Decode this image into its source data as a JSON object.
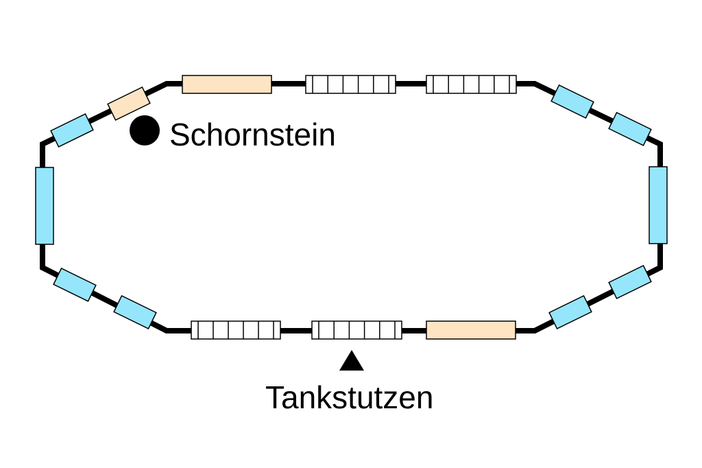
{
  "labels": {
    "chimney": "Schornstein",
    "tank_nozzle": "Tankstutzen"
  },
  "colors": {
    "track": "#000000",
    "blue_segment": "#95e6fb",
    "beige_segment": "#fde5c4",
    "striped_segment": "#ffffff"
  },
  "legend_symbols": {
    "chimney": "filled-circle",
    "tank_nozzle": "filled-triangle"
  }
}
